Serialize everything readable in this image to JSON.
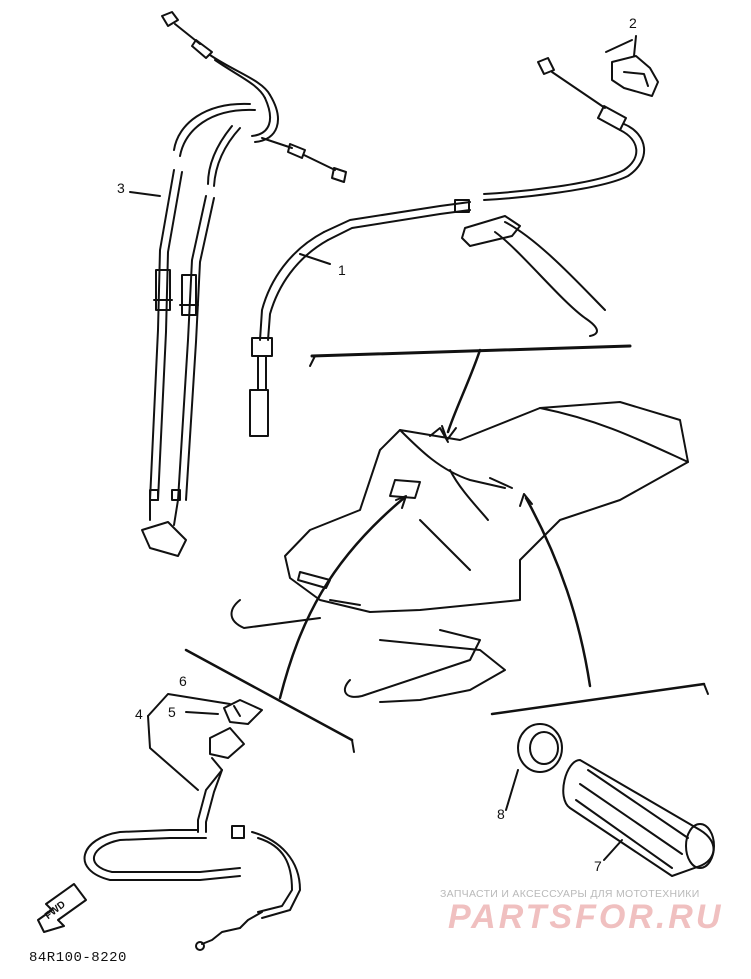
{
  "callouts": {
    "c1": "1",
    "c2": "2",
    "c3": "3",
    "c4": "4",
    "c5": "5",
    "c6": "6",
    "c7": "7",
    "c8": "8"
  },
  "fwd_label": "FWD",
  "diagram_code": "84R100-8220",
  "watermark": {
    "caption": "ЗАПЧАСТИ И АКСЕССУАРЫ ДЛЯ МОТОТЕХНИКИ",
    "logo": "PARTSFOR.RU"
  }
}
